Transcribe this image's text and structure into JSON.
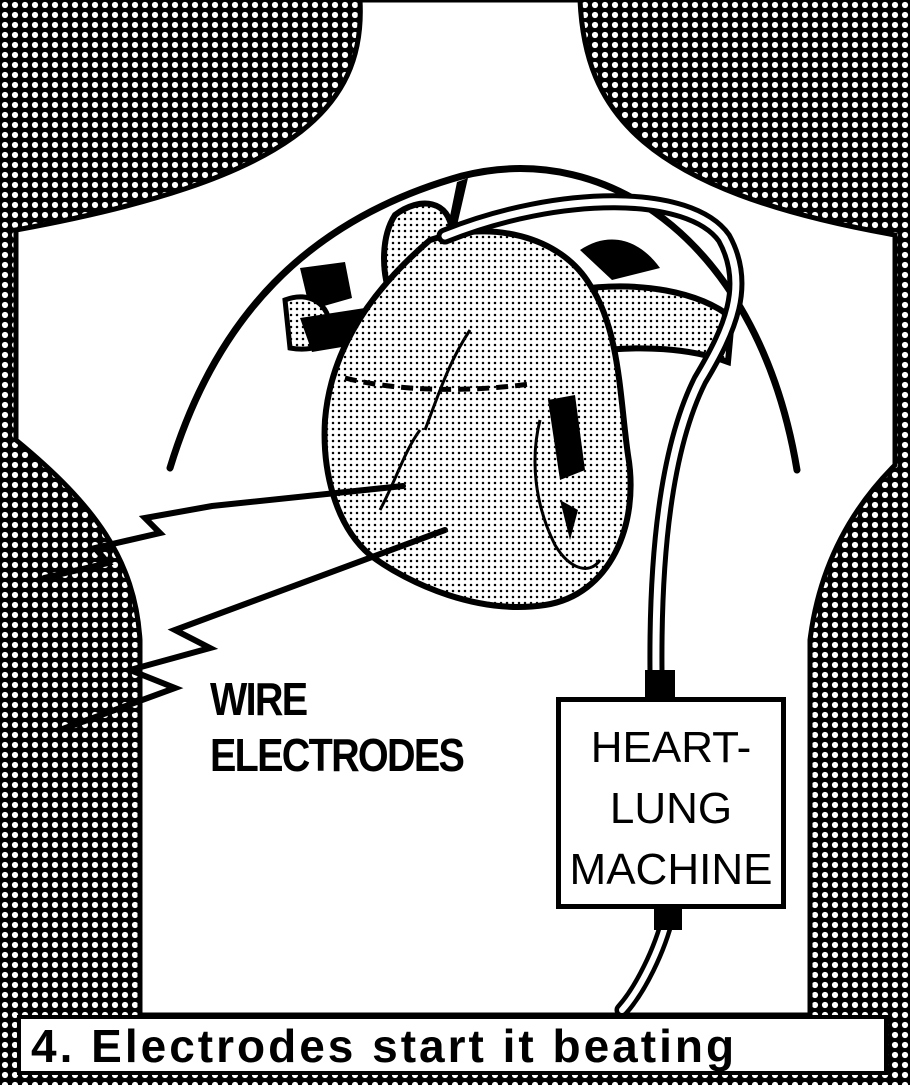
{
  "diagram": {
    "wire_label": {
      "line1": "WIRE",
      "line2": "ELECTRODES"
    },
    "machine_label": {
      "line1": "HEART-",
      "line2": "LUNG",
      "line3": "MACHINE"
    },
    "caption": "4.  Electrodes  start  it  beating"
  }
}
